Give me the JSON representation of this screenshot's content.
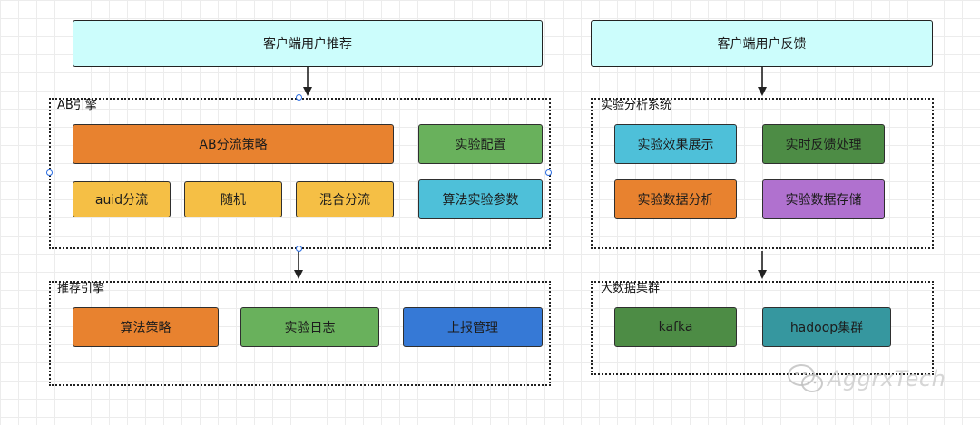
{
  "top_left": {
    "label": "客户端用户推荐"
  },
  "top_right": {
    "label": "客户端用户反馈"
  },
  "ab_engine": {
    "title": "AB引擎",
    "items": [
      {
        "label": "AB分流策略"
      },
      {
        "label": "实验配置"
      },
      {
        "label": "auid分流"
      },
      {
        "label": "随机"
      },
      {
        "label": "混合分流"
      },
      {
        "label": "算法实验参数"
      }
    ]
  },
  "rec_engine": {
    "title": "推荐引擎",
    "items": [
      {
        "label": "算法策略"
      },
      {
        "label": "实验日志"
      },
      {
        "label": "上报管理"
      }
    ]
  },
  "analysis": {
    "title": "实验分析系统",
    "items": [
      {
        "label": "实验效果展示"
      },
      {
        "label": "实时反馈处理"
      },
      {
        "label": "实验数据分析"
      },
      {
        "label": "实验数据存储"
      }
    ]
  },
  "bigdata": {
    "title": "大数据集群",
    "items": [
      {
        "label": "kafka"
      },
      {
        "label": "hadoop集群"
      }
    ]
  },
  "watermark": {
    "text": "AggrxTech"
  },
  "colors": {
    "top_fill": "#ccfdfc",
    "orange": "#e8822f",
    "green": "#69b15c",
    "dark_green": "#4d8c45",
    "yellow": "#f5bf45",
    "cyan": "#4ec0d9",
    "blue": "#3679d6",
    "purple": "#b071cf",
    "teal": "#36979f"
  }
}
